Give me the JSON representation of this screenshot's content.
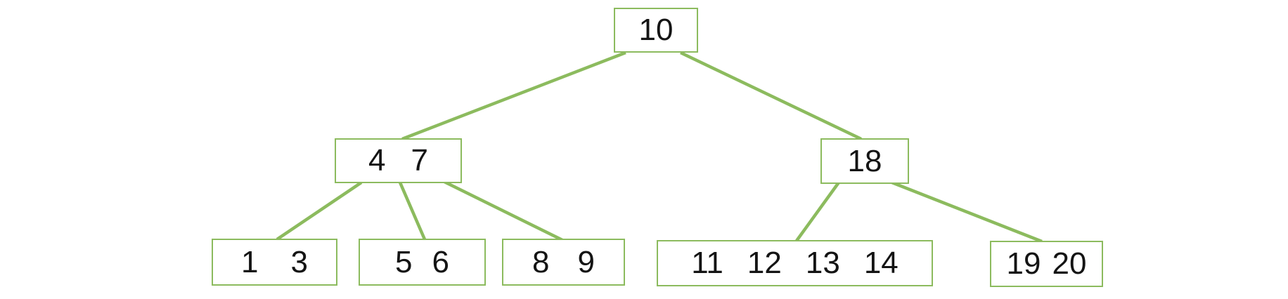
{
  "diagram": {
    "type": "b-tree",
    "accent_color": "#8CBB5E",
    "text_color": "#141414",
    "background_color": "#FFFFFF",
    "nodes": {
      "root": {
        "keys": [
          "10"
        ]
      },
      "internal-4-7": {
        "keys": [
          "4",
          "7"
        ]
      },
      "internal-18": {
        "keys": [
          "18"
        ]
      },
      "leaf-1-3": {
        "keys": [
          "1",
          "3"
        ]
      },
      "leaf-5-6": {
        "keys": [
          "5",
          "6"
        ]
      },
      "leaf-8-9": {
        "keys": [
          "8",
          "9"
        ]
      },
      "leaf-11-14": {
        "keys": [
          "11",
          "12",
          "13",
          "14"
        ]
      },
      "leaf-19-20": {
        "keys": [
          "19",
          "20"
        ]
      }
    },
    "edges": [
      {
        "from": "root",
        "to": "internal-4-7"
      },
      {
        "from": "root",
        "to": "internal-18"
      },
      {
        "from": "internal-4-7",
        "to": "leaf-1-3"
      },
      {
        "from": "internal-4-7",
        "to": "leaf-5-6"
      },
      {
        "from": "internal-4-7",
        "to": "leaf-8-9"
      },
      {
        "from": "internal-18",
        "to": "leaf-11-14"
      },
      {
        "from": "internal-18",
        "to": "leaf-19-20"
      }
    ]
  }
}
